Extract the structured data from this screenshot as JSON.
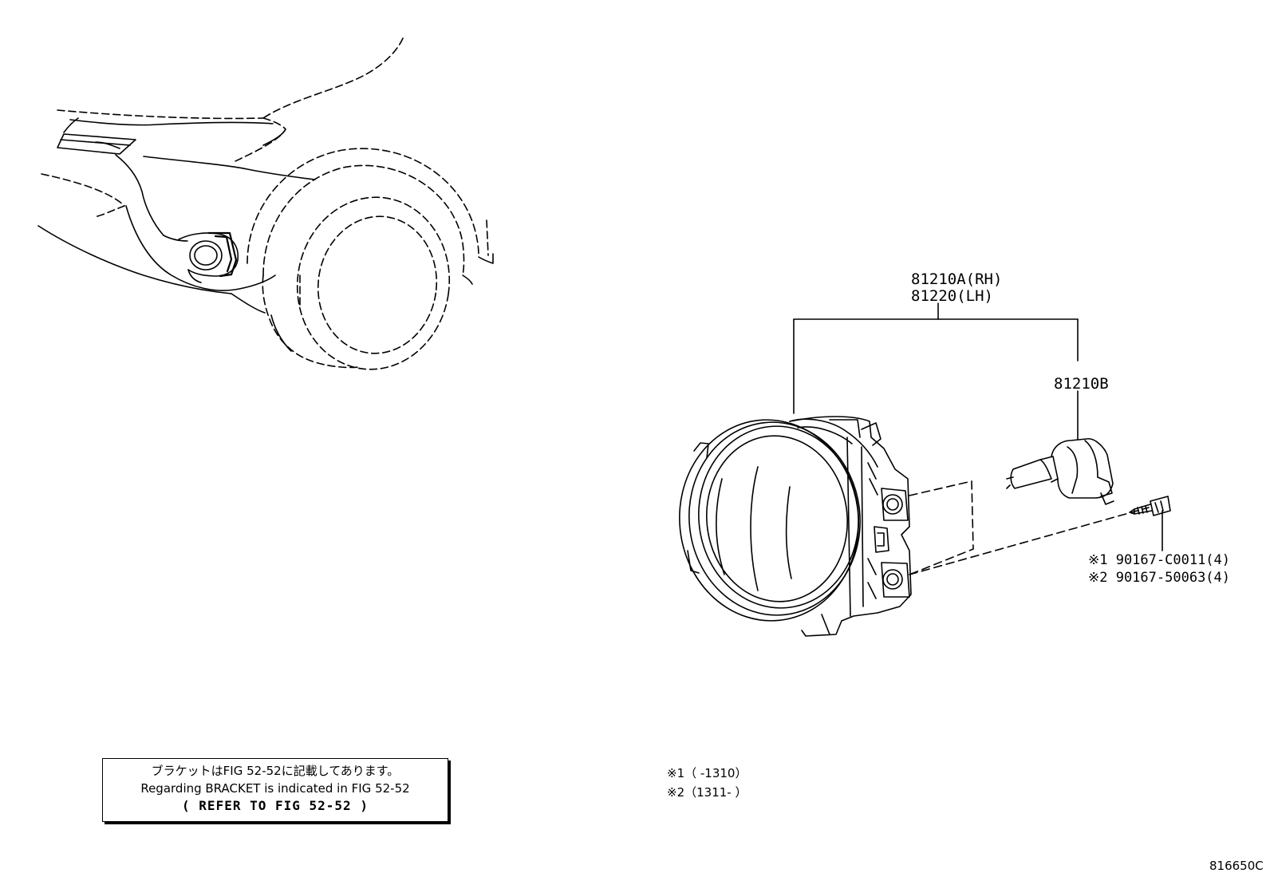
{
  "diagram": {
    "part_assembly_rh": "81210A(RH)",
    "part_assembly_lh": "81220(LH)",
    "part_bulb": "81210B",
    "part_screw_1": "※1 90167-C0011(4)",
    "part_screw_2": "※2 90167-50063(4)",
    "note_line1": "ブラケットはFIG 52-52に記載してあります。",
    "note_line2": "Regarding  BRACKET is indicated in FIG 52-52",
    "note_line3": "(   REFER TO FIG 52-52   )",
    "footnote_1": "※1（      -1310）",
    "footnote_2": "※2（1311-       ）",
    "figure_code": "816650C"
  }
}
